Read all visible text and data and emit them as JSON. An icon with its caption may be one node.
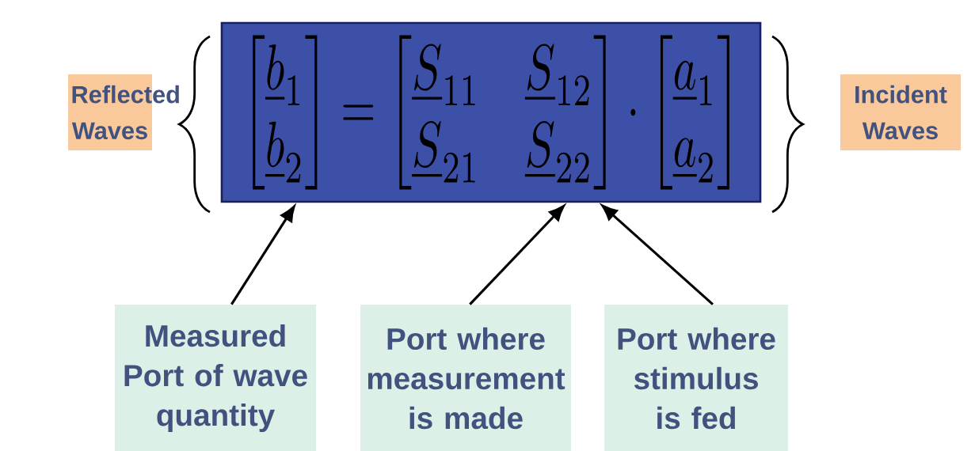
{
  "diagram": {
    "nodes": [
      {
        "text": [
          "Reflected Waves"
        ]
      },
      {
        "text": [
          "\\begin{bmatrix}\\underline{b}_1\\\\ \\underline{b}_2\\end{bmatrix}=\\begin{bmatrix}\\underline{S}_{11} & \\underline{S}_{12}\\\\ \\underline{S}_{21} & \\underline{S}_{22}\\end{bmatrix}\\cdot\\begin{bmatrix}\\underline{a}_1\\\\ \\underline{a}_2\\end{bmatrix}"
        ]
      },
      {
        "text": [
          "Incident Waves"
        ]
      },
      {
        "text": [
          "Measured Port of wave quantity"
        ]
      },
      {
        "text": [
          "Port where measurement is made"
        ]
      },
      {
        "text": [
          "Port where stimulus is fed"
        ]
      }
    ],
    "edges": [
      {
        "from": 3,
        "to": 1,
        "arrow": "to"
      },
      {
        "from": 4,
        "to": 1,
        "arrow": "to"
      },
      {
        "from": 5,
        "to": 1,
        "arrow": "to"
      }
    ]
  }
}
